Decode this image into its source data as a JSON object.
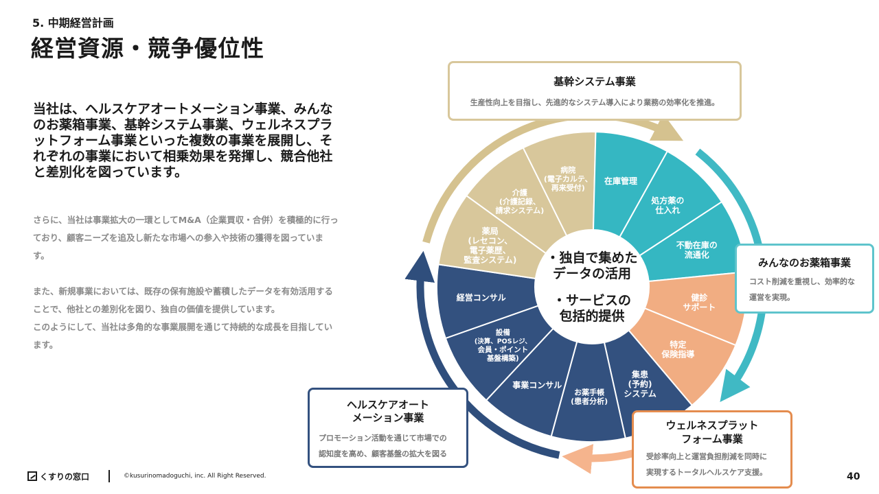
{
  "header": {
    "section": "5. 中期経営計画",
    "title": "経営資源・競争優位性"
  },
  "lead": "当社は、ヘルスケアオートメーション事業、みんなのお薬箱事業、基幹システム事業、ウェルネスプラットフォーム事業といった複数の事業を展開し、それぞれの事業において相乗効果を発揮し、競合他社と差別化を図っています。",
  "body": {
    "p1": "さらに、当社は事業拡大の一環としてM&A（企業買収・合併）を積極的に行っており、顧客ニーズを追及し新たな市場への参入や技術の獲得を図っています。",
    "p2": "また、新規事業においては、既存の保有施設や蓄積したデータを有効活用することで、他社との差別化を図り、独自の価値を提供しています。\nこのようにして、当社は多角的な事業展開を通じて持続的な成長を目指しています。"
  },
  "center": {
    "line1": "・独自で集めた",
    "line2": "データの活用",
    "line3": "・サービスの",
    "line4": "包括的提供"
  },
  "colors": {
    "core": "#d8c79b",
    "okusuri": "#35b7c2",
    "wellness": "#f1ad82",
    "health": "#33517f",
    "arrow_core": "#d5c28f",
    "arrow_okusuri": "#40b9c4",
    "arrow_wellness": "#f5b48d",
    "arrow_health": "#2f4e7c"
  },
  "segments": [
    {
      "id": "kaigo",
      "color": "core",
      "lines": [
        "介護",
        "(介護記録、",
        "請求システム)"
      ]
    },
    {
      "id": "byoin",
      "color": "core",
      "lines": [
        "病院",
        "(電子カルテ、",
        "再来受付)"
      ]
    },
    {
      "id": "zaiko",
      "color": "okusuri",
      "lines": [
        "在庫管理"
      ]
    },
    {
      "id": "shohouyaku",
      "color": "okusuri",
      "lines": [
        "処方薬の",
        "仕入れ"
      ]
    },
    {
      "id": "fudou",
      "color": "okusuri",
      "lines": [
        "不動在庫の",
        "流通化"
      ]
    },
    {
      "id": "kenshin",
      "color": "wellness",
      "lines": [
        "健診",
        "サポート"
      ]
    },
    {
      "id": "tokutei",
      "color": "wellness",
      "lines": [
        "特定",
        "保険指導"
      ]
    },
    {
      "id": "shukan",
      "color": "health",
      "lines": [
        "集患",
        "(予約)",
        "システム"
      ]
    },
    {
      "id": "techo",
      "color": "health",
      "lines": [
        "お薬手帳",
        "(患者分析)"
      ]
    },
    {
      "id": "jigyo",
      "color": "health",
      "lines": [
        "事業コンサル"
      ]
    },
    {
      "id": "setsubi",
      "color": "health",
      "lines": [
        "設備",
        "(決算、POSレジ、",
        "会員・ポイント",
        "基盤構築)"
      ]
    },
    {
      "id": "keiei",
      "color": "health",
      "lines": [
        "経営コンサル"
      ]
    },
    {
      "id": "yakkyoku",
      "color": "core",
      "lines": [
        "薬局",
        "(レセコン、",
        "電子薬歴、",
        "監査システム)"
      ]
    }
  ],
  "boxes": {
    "core": {
      "title": "基幹システム事業",
      "desc": "生産性向上を目指し、先進的なシステム導入により業務の効率化を推進。"
    },
    "okusuri": {
      "title": "みんなのお薬箱事業",
      "desc1": "コスト削減を重視し、効率的な",
      "desc2": "運営を実現。"
    },
    "health": {
      "title1": "ヘルスケアオート",
      "title2": "メーション事業",
      "desc1": "プロモーション活動を通じて市場での",
      "desc2": "認知度を高め、顧客基盤の拡大を図る"
    },
    "wellness": {
      "title1": "ウェルネスプラット",
      "title2": "フォーム事業",
      "desc1": "受診率向上と運営負担削減を同時に",
      "desc2": "実現するトータルヘルスケア支援。"
    }
  },
  "footer": {
    "logo": "くすりの窓口",
    "copyright": "©kusurinomadoguchi, inc. All Right Reserved.",
    "page": "40"
  }
}
